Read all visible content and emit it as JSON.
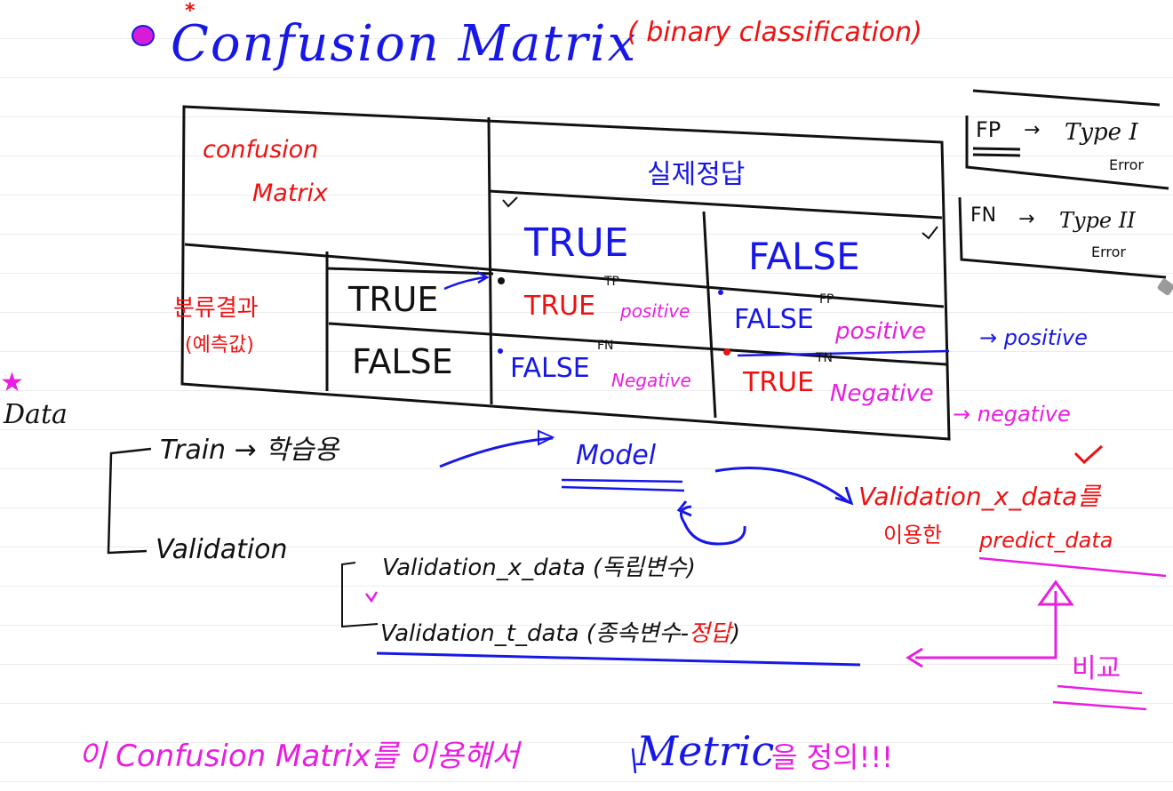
{
  "colors": {
    "blue": "#1818e6",
    "red": "#ee1111",
    "magenta": "#e81ee0",
    "black": "#111111"
  },
  "icons": {
    "bullet": "magenta-dot-icon",
    "star": "star-icon",
    "check": "check-mark-icon",
    "arrow": "arrow-icon"
  },
  "title": {
    "star": "*",
    "main": "Confusion Matrix",
    "subtitle": "( binary classification)"
  },
  "matrix": {
    "corner": {
      "line1": "confusion",
      "line2": "Matrix"
    },
    "actual_header": "실제정답",
    "actual_true": "TRUE",
    "actual_false": "FALSE",
    "predicted_header": {
      "line1": "분류결과",
      "line2": "(예측값)"
    },
    "pred_true": "TRUE",
    "pred_false": "FALSE",
    "cells": {
      "tp": {
        "tag": "TP",
        "word": "TRUE",
        "kind": "positive"
      },
      "fp": {
        "tag": "FP",
        "word": "FALSE",
        "kind": "positive"
      },
      "fn": {
        "tag": "FN",
        "word": "FALSE",
        "kind": "Negative"
      },
      "tn": {
        "tag": "TN",
        "word": "TRUE",
        "kind": "Negative"
      }
    }
  },
  "errors": {
    "fp": {
      "left": "FP",
      "arrow": "→",
      "type": "Type I",
      "word": "Error"
    },
    "fn": {
      "left": "FN",
      "arrow": "→",
      "type": "Type II",
      "word": "Error"
    }
  },
  "side_labels": {
    "positive": "→ positive",
    "negative": "→ negative"
  },
  "data_section": {
    "star": "★",
    "label": "Data",
    "train": "Train → 학습용",
    "model": "Model",
    "validation": "Validation",
    "vx": "Validation_x_data (독립변수)",
    "vt": "Validation_t_data (종속변수-",
    "vt_answer": "정답",
    "vt_close": ")",
    "predict_line1": "Validation_x_data를",
    "predict_line2a": "이용한",
    "predict_line2b": "predict_data",
    "compare": "비교",
    "check": "✓"
  },
  "footer": {
    "part1": "이 Confusion Matrix를 이용해서",
    "part2": "Metric",
    "part3": "을 정의!!!"
  }
}
